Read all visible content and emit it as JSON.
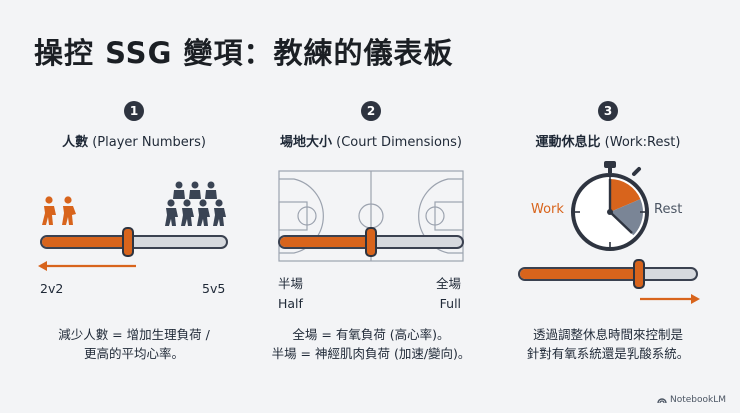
{
  "title": "操控 SSG 變項：教練的儀表板",
  "sections": [
    {
      "number": "1",
      "heading_bold": "人數",
      "heading_rest": " (Player Numbers)",
      "left_label": "2v2",
      "right_label": "5v5",
      "slider_level": 0.47,
      "description_lines": [
        "減少人數 = 增加生理負荷 /",
        "更高的平均心率。"
      ]
    },
    {
      "number": "2",
      "heading_bold": "場地大小",
      "heading_rest": " (Court Dimensions)",
      "left_label_zh": "半場",
      "left_label_en": "Half",
      "right_label_zh": "全場",
      "right_label_en": "Full",
      "slider_level": 0.5,
      "description_lines": [
        "全場 = 有氧負荷 (高心率)。",
        "半場 = 神經肌肉負荷 (加速/變向)。"
      ]
    },
    {
      "number": "3",
      "heading_bold": "運動休息比",
      "heading_rest": " (Work:Rest)",
      "work_label": "Work",
      "rest_label": "Rest",
      "slider_level": 0.67,
      "description_lines": [
        "透過調整休息時間來控制是",
        "針對有氧系統還是乳酸系統。"
      ]
    }
  ],
  "brand": "NotebookLM",
  "colors": {
    "accent": "#d8641c",
    "dark": "#2e3440",
    "track": "#d6d9de"
  }
}
